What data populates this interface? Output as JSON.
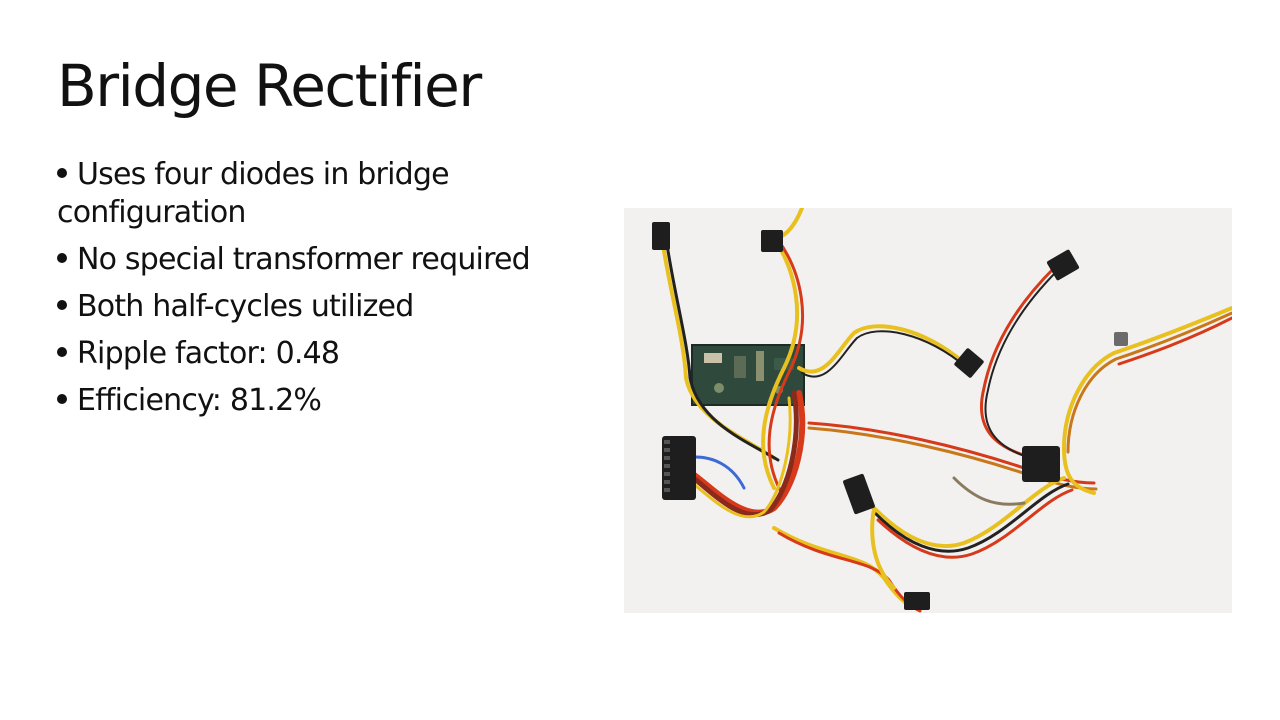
{
  "slide": {
    "title": "Bridge Rectifier",
    "bullets": [
      "Uses four diodes in bridge configuration",
      "No special transformer required",
      "Both half-cycles utilized",
      "Ripple factor: 0.48",
      "Efficiency: 81.2%"
    ]
  },
  "image": {
    "subject": "computer-power-supply-cables-with-connectors-and-circuit-board",
    "background_color": "#f3f1ef",
    "wire_colors": [
      "#e8c020",
      "#d63a1a",
      "#222222",
      "#c8781a"
    ]
  }
}
